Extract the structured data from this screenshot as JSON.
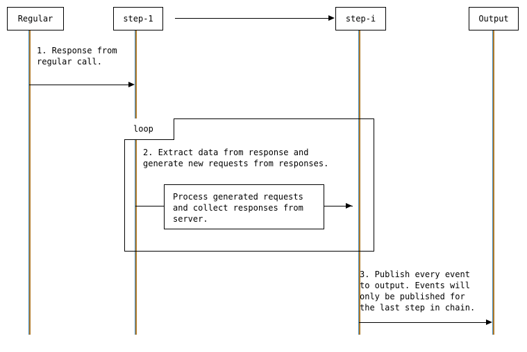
{
  "diagram": {
    "type": "sequence-diagram",
    "background_color": "#ffffff",
    "line_color": "#000000",
    "lifeline_color": "#b07a2a",
    "participants": [
      {
        "name": "regular",
        "label": "Regular"
      },
      {
        "name": "step-1",
        "label": "step-1"
      },
      {
        "name": "step-i",
        "label": "step-i"
      },
      {
        "name": "output",
        "label": "Output"
      }
    ],
    "fragment": {
      "label": "loop"
    },
    "notes": {
      "note1": "1. Response from\nregular call.",
      "note2": "2. Extract data from response and\ngenerate new requests from responses.",
      "note3": "3. Publish every event\nto output. Events will\nonly be published for\nthe last step in chain."
    },
    "action": {
      "text": "Process generated requests\nand collect responses from\nserver."
    }
  }
}
